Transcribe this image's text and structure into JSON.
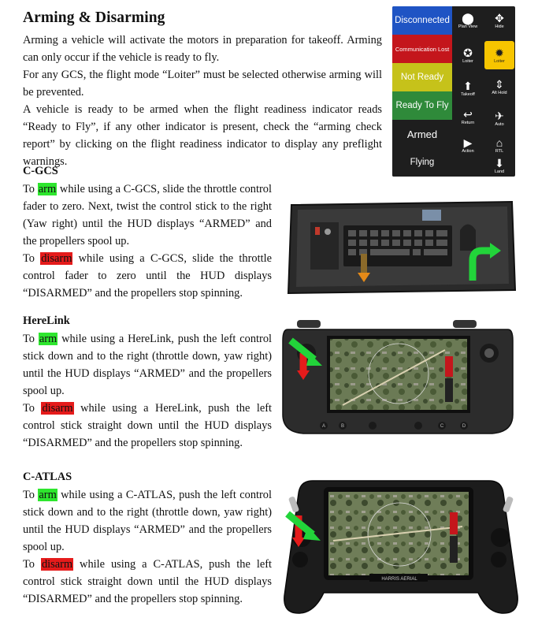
{
  "title": "Arming & Disarming",
  "intro": [
    "Arming a vehicle will activate the motors in preparation for takeoff. Arming can only occur if the vehicle is ready to fly.",
    "For any GCS, the flight mode “Loiter” must be selected otherwise arming will be prevented.",
    "A vehicle is ready to be armed when the flight readiness indicator reads “Ready to Fly”, if any other indicator is present, check the “arming check report” by clicking on the flight readiness indicator to display any preflight warnings."
  ],
  "status_panel": {
    "states": [
      {
        "label": "Disconnected",
        "color": "#1f54c4"
      },
      {
        "label": "Communication Lost",
        "color": "#c4161c"
      },
      {
        "label": "Not Ready",
        "color": "#c6c21a"
      },
      {
        "label": "Ready To Fly",
        "color": "#2f8a3a"
      },
      {
        "label": "Armed",
        "color": "#1e1e1e"
      },
      {
        "label": "Flying",
        "color": "#1e1e1e"
      }
    ],
    "tools": [
      {
        "label": "Plan View",
        "icon": "map-pin-icon"
      },
      {
        "label": "Hide",
        "icon": "drone-icon"
      },
      {
        "label": "Loiter",
        "icon": "loiter-icon"
      },
      {
        "label": "Loiter",
        "icon": "loiter-active-icon"
      },
      {
        "label": "Takeoff",
        "icon": "takeoff-icon"
      },
      {
        "label": "Alt Hold",
        "icon": "alt-hold-icon"
      },
      {
        "label": "Return",
        "icon": "return-icon"
      },
      {
        "label": "Auto",
        "icon": "auto-icon"
      },
      {
        "label": "Action",
        "icon": "play-icon"
      },
      {
        "label": "RTL",
        "icon": "rtl-icon"
      },
      {
        "label": "Land",
        "icon": "land-icon"
      }
    ],
    "active_color": "#f7c500"
  },
  "sections": [
    {
      "heading": "C-GCS",
      "arm_pre": "To ",
      "arm_kw": "arm",
      "arm_post": " while using a C-GCS, slide the throttle control fader to zero. Next, twist the control stick to the right (Yaw right) until the HUD displays “ARMED” and the propellers spool up.",
      "disarm_pre": "To ",
      "disarm_kw": "disarm",
      "disarm_post": " while using a C-GCS, slide the throttle control fader to zero until the HUD displays “DISARMED” and the propellers stop spinning."
    },
    {
      "heading": "HereLink",
      "arm_pre": "To ",
      "arm_kw": "arm",
      "arm_post": " while using a HereLink, push the left control stick down and to the right (throttle down, yaw right) until the HUD displays “ARMED” and the propellers spool up.",
      "disarm_pre": "To ",
      "disarm_kw": "disarm",
      "disarm_post": " while using a HereLink, push the left control stick straight down until the HUD displays “DISARMED” and the propellers stop spinning."
    },
    {
      "heading": "C-ATLAS",
      "arm_pre": "To ",
      "arm_kw": "arm",
      "arm_post": " while using a C-ATLAS, push the left control stick down and to the right (throttle down, yaw right) until the HUD displays “ARMED” and the propellers spool up.",
      "disarm_pre": "To ",
      "disarm_kw": "disarm",
      "disarm_post": " while using a C-ATLAS, push the left control stick straight down until the HUD displays “DISARMED” and the propellers stop spinning."
    }
  ],
  "herelink_buttons": [
    "A",
    "B",
    "C",
    "D"
  ],
  "atlas_brand": "HARRIS AERIAL",
  "colors": {
    "arm_highlight": "#2ee62e",
    "disarm_highlight": "#e51b1b",
    "arrow_green": "#22d43a",
    "arrow_red": "#e51b1b"
  }
}
